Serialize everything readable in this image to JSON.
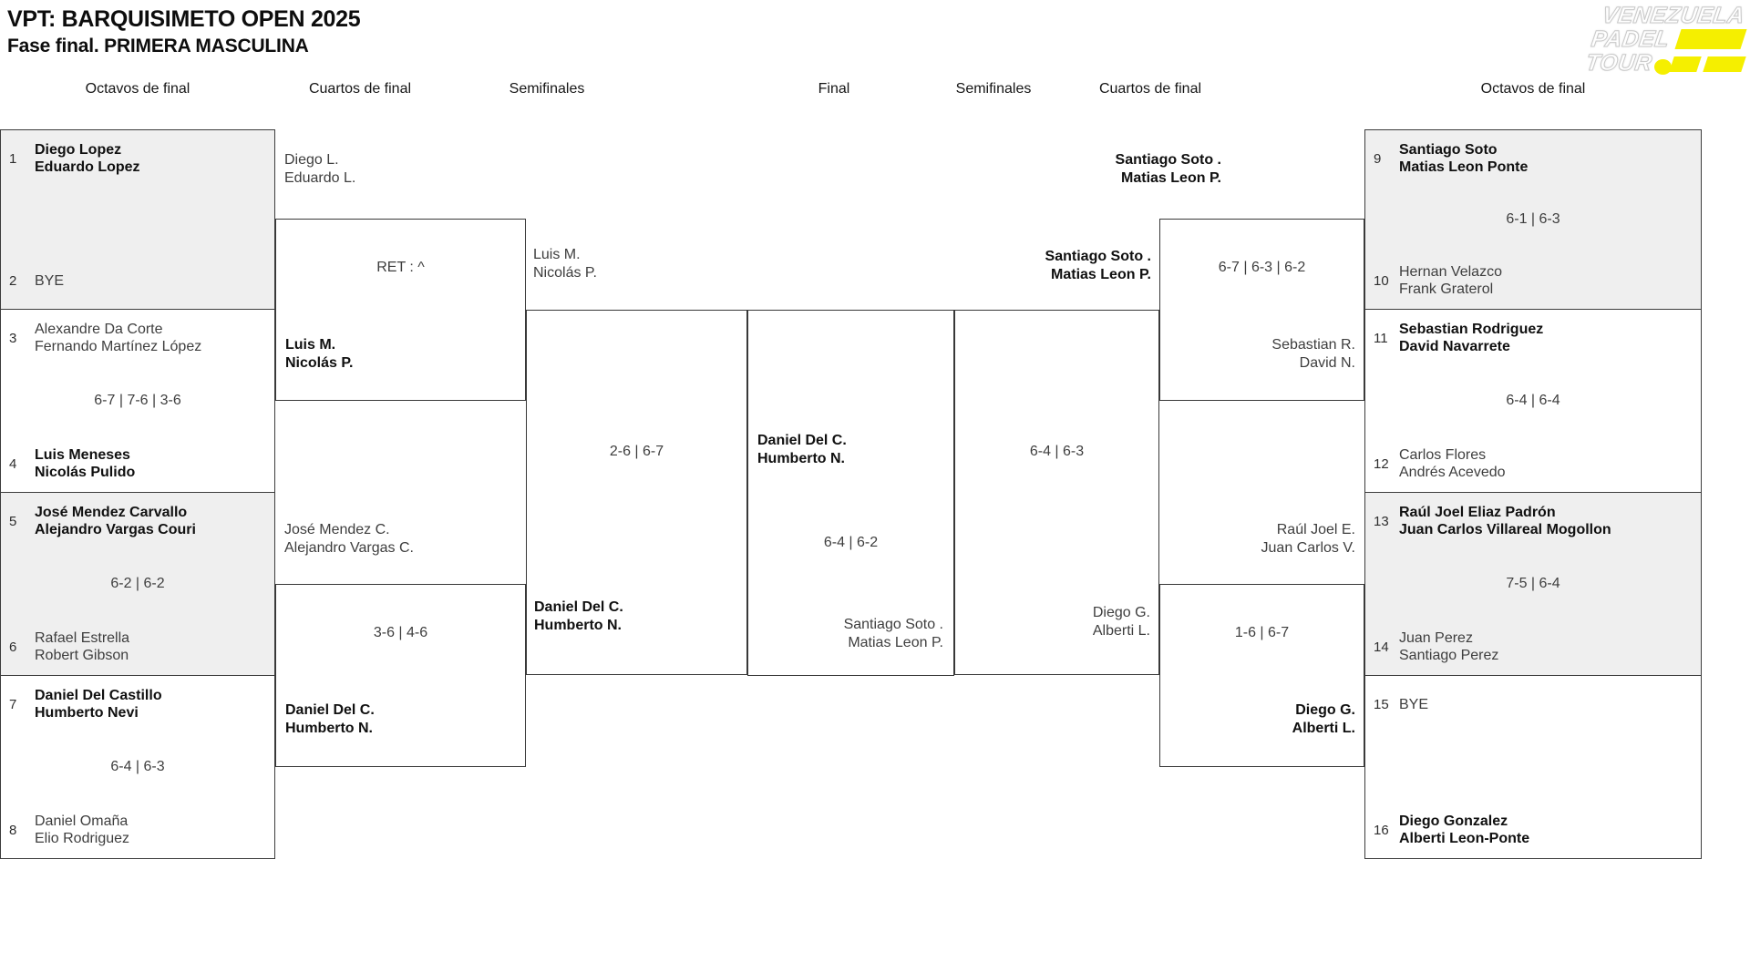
{
  "title": "VPT: BARQUISIMETO OPEN 2025",
  "subtitle": "Fase final. PRIMERA MASCULINA",
  "logo": {
    "line1": "VENEZUELA",
    "line2": "PADEL",
    "line3": "TOUR"
  },
  "colors": {
    "accent_yellow": "#F5EF00",
    "shaded_box": "#EFEFEF",
    "border": "#3C3C3C"
  },
  "rounds": [
    "Octavos de final",
    "Cuartos de final",
    "Semifinales",
    "Final",
    "Semifinales",
    "Cuartos de final",
    "Octavos de final"
  ],
  "octavos": [
    {
      "team1": {
        "seed": "1",
        "p1": "Diego Lopez",
        "p2": "Eduardo Lopez",
        "winner": true
      },
      "score": "",
      "team2": {
        "seed": "2",
        "p1": "BYE",
        "winner": false
      }
    },
    {
      "team1": {
        "seed": "3",
        "p1": "Alexandre Da Corte",
        "p2": "Fernando Martínez López",
        "winner": false
      },
      "score": "6-7 | 7-6 | 3-6",
      "team2": {
        "seed": "4",
        "p1": "Luis Meneses",
        "p2": "Nicolás Pulido",
        "winner": true
      }
    },
    {
      "team1": {
        "seed": "5",
        "p1": "José Mendez Carvallo",
        "p2": "Alejandro Vargas Couri",
        "winner": true
      },
      "score": "6-2 | 6-2",
      "team2": {
        "seed": "6",
        "p1": "Rafael Estrella",
        "p2": "Robert Gibson",
        "winner": false
      }
    },
    {
      "team1": {
        "seed": "7",
        "p1": "Daniel Del Castillo",
        "p2": "Humberto Nevi",
        "winner": true
      },
      "score": "6-4 | 6-3",
      "team2": {
        "seed": "8",
        "p1": "Daniel Omaña",
        "p2": "Elio Rodriguez",
        "winner": false
      }
    },
    {
      "team1": {
        "seed": "9",
        "p1": "Santiago Soto",
        "p2": "Matias Leon Ponte",
        "winner": true
      },
      "score": "6-1 | 6-3",
      "team2": {
        "seed": "10",
        "p1": "Hernan Velazco",
        "p2": "Frank Graterol",
        "winner": false
      }
    },
    {
      "team1": {
        "seed": "11",
        "p1": "Sebastian Rodriguez",
        "p2": "David Navarrete",
        "winner": true
      },
      "score": "6-4 | 6-4",
      "team2": {
        "seed": "12",
        "p1": "Carlos Flores",
        "p2": "Andrés Acevedo",
        "winner": false
      }
    },
    {
      "team1": {
        "seed": "13",
        "p1": "Raúl Joel Eliaz Padrón",
        "p2": "Juan Carlos Villareal Mogollon",
        "winner": true
      },
      "score": "7-5 | 6-4",
      "team2": {
        "seed": "14",
        "p1": "Juan Perez",
        "p2": "Santiago Perez",
        "winner": false
      }
    },
    {
      "team1": {
        "seed": "15",
        "p1": "BYE",
        "winner": false
      },
      "score": "",
      "team2": {
        "seed": "16",
        "p1": "Diego Gonzalez",
        "p2": "Alberti Leon-Ponte",
        "winner": true
      }
    }
  ],
  "quarterfinals": [
    {
      "label": {
        "p1": "Diego L.",
        "p2": "Eduardo L.",
        "winner": false
      },
      "score": "RET : ^",
      "inbox": {
        "p1": "Luis M.",
        "p2": "Nicolás P.",
        "winner": true
      }
    },
    {
      "label": {
        "p1": "José Mendez C.",
        "p2": "Alejandro Vargas C.",
        "winner": false
      },
      "score": "3-6 | 4-6",
      "inbox": {
        "p1": "Daniel Del C.",
        "p2": "Humberto N.",
        "winner": true
      }
    },
    {
      "label": {
        "p1": "Santiago Soto .",
        "p2": "Matias Leon P.",
        "winner": true
      },
      "score": "6-7 | 6-3 | 6-2",
      "inbox": {
        "p1": "Sebastian R.",
        "p2": "David N.",
        "winner": false
      }
    },
    {
      "label": {
        "p1": "Raúl Joel E.",
        "p2": "Juan Carlos V.",
        "winner": false
      },
      "score": "1-6 | 6-7",
      "inbox": {
        "p1": "Diego G.",
        "p2": "Alberti L.",
        "winner": true
      }
    }
  ],
  "semifinals": [
    {
      "label": {
        "p1": "Luis M.",
        "p2": "Nicolás P.",
        "winner": false
      },
      "score": "2-6 | 6-7",
      "inbox": {
        "p1": "Daniel Del C.",
        "p2": "Humberto N.",
        "winner": true
      }
    },
    {
      "label": {
        "p1": "Santiago Soto .",
        "p2": "Matias Leon P.",
        "winner": true
      },
      "score": "6-4 | 6-3",
      "inbox": {
        "p1": "Diego G.",
        "p2": "Alberti L.",
        "winner": false
      }
    }
  ],
  "final": {
    "winner": {
      "p1": "Daniel Del C.",
      "p2": "Humberto N.",
      "winner": true
    },
    "score": "6-4 | 6-2",
    "loser": {
      "p1": "Santiago Soto .",
      "p2": "Matias Leon P.",
      "winner": false
    }
  }
}
